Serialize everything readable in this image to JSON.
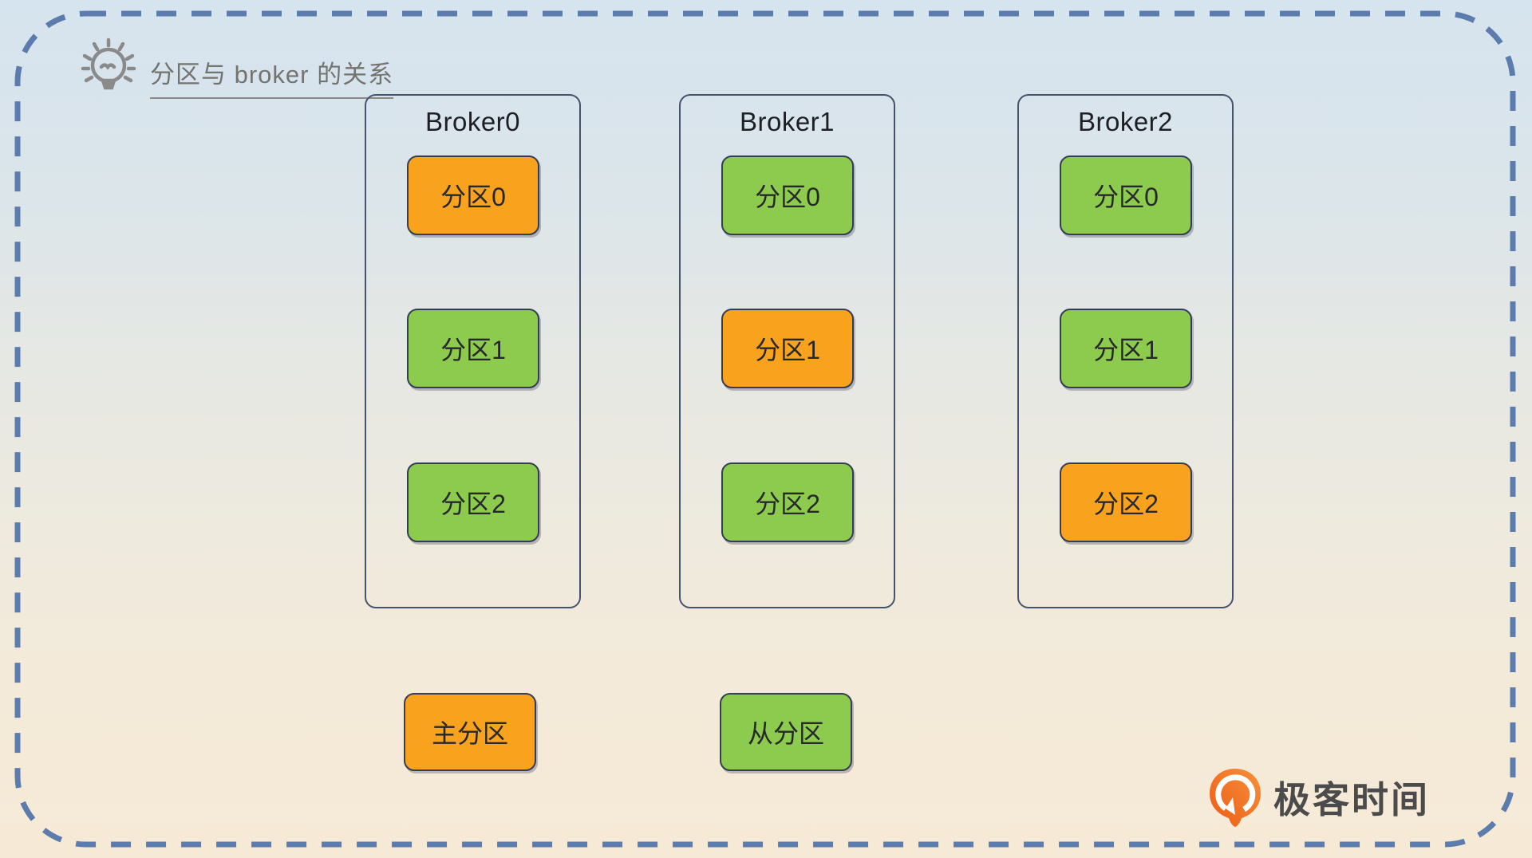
{
  "title": {
    "text": "分区与 broker 的关系",
    "icon": "lightbulb"
  },
  "brokers": [
    {
      "name": "Broker0",
      "partitions": [
        {
          "label": "分区0",
          "role": "leader"
        },
        {
          "label": "分区1",
          "role": "follower"
        },
        {
          "label": "分区2",
          "role": "follower"
        }
      ]
    },
    {
      "name": "Broker1",
      "partitions": [
        {
          "label": "分区0",
          "role": "follower"
        },
        {
          "label": "分区1",
          "role": "leader"
        },
        {
          "label": "分区2",
          "role": "follower"
        }
      ]
    },
    {
      "name": "Broker2",
      "partitions": [
        {
          "label": "分区0",
          "role": "follower"
        },
        {
          "label": "分区1",
          "role": "follower"
        },
        {
          "label": "分区2",
          "role": "leader"
        }
      ]
    }
  ],
  "legend": [
    {
      "label": "主分区",
      "role": "leader"
    },
    {
      "label": "从分区",
      "role": "follower"
    }
  ],
  "logo": {
    "text": "极客时间"
  },
  "colors": {
    "leader": "#F9A21D",
    "follower": "#8CCB4D",
    "partition_border": "#343D55",
    "broker_border": "#46536E",
    "dashed_border": "#5D7CAE",
    "logo_orange_light": "#F7913B",
    "logo_orange_dark": "#EC5B14"
  }
}
